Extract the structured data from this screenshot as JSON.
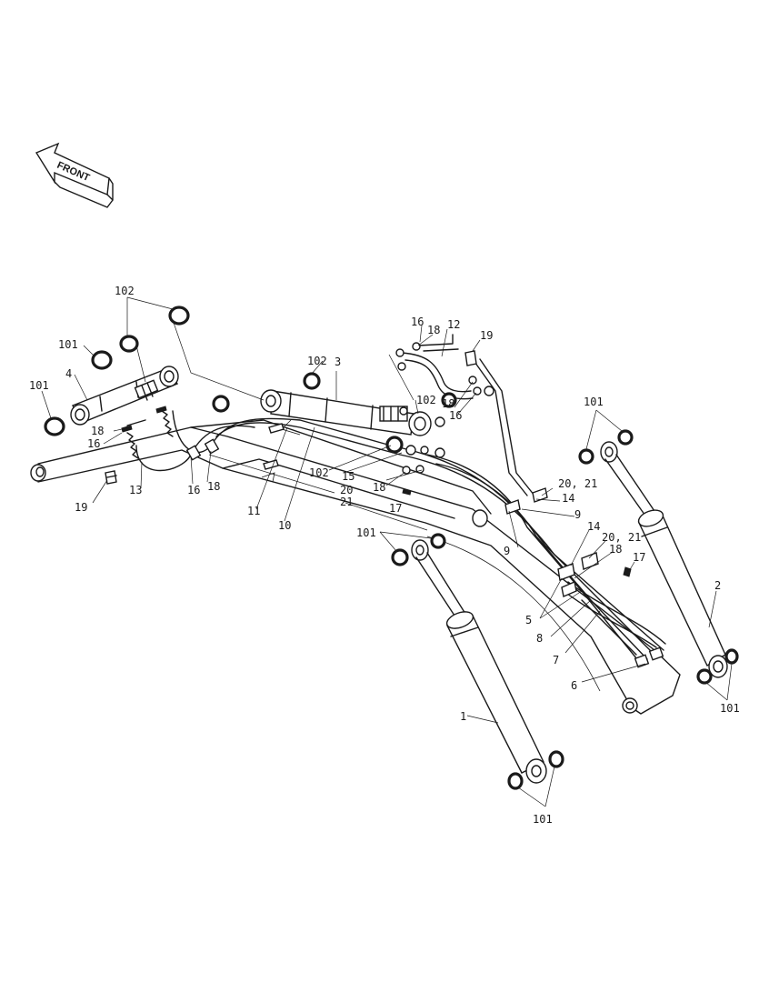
{
  "diagram": {
    "front_label": "FRONT",
    "callouts": [
      {
        "id": "c102a",
        "text": "102"
      },
      {
        "id": "c101a",
        "text": "101"
      },
      {
        "id": "c4",
        "text": "4"
      },
      {
        "id": "c101b",
        "text": "101"
      },
      {
        "id": "c18a",
        "text": "18"
      },
      {
        "id": "c16a",
        "text": "16"
      },
      {
        "id": "c19a",
        "text": "19"
      },
      {
        "id": "c13",
        "text": "13"
      },
      {
        "id": "c16b",
        "text": "16"
      },
      {
        "id": "c18b",
        "text": "18"
      },
      {
        "id": "c11",
        "text": "11"
      },
      {
        "id": "c10",
        "text": "10"
      },
      {
        "id": "c102b",
        "text": "102"
      },
      {
        "id": "c3",
        "text": "3"
      },
      {
        "id": "c102c",
        "text": "102"
      },
      {
        "id": "c102d",
        "text": "102"
      },
      {
        "id": "c15",
        "text": "15"
      },
      {
        "id": "c20a",
        "text": "20"
      },
      {
        "id": "c21a",
        "text": "21"
      },
      {
        "id": "c18c",
        "text": "18"
      },
      {
        "id": "c17a",
        "text": "17"
      },
      {
        "id": "c16c",
        "text": "16"
      },
      {
        "id": "c18d",
        "text": "18"
      },
      {
        "id": "c12",
        "text": "12"
      },
      {
        "id": "c19b",
        "text": "19"
      },
      {
        "id": "c18e",
        "text": "18"
      },
      {
        "id": "c16d",
        "text": "16"
      },
      {
        "id": "c101c",
        "text": "101"
      },
      {
        "id": "c2021a",
        "text": "20, 21"
      },
      {
        "id": "c14a",
        "text": "14"
      },
      {
        "id": "c9a",
        "text": "9"
      },
      {
        "id": "c9b",
        "text": "9"
      },
      {
        "id": "c14b",
        "text": "14"
      },
      {
        "id": "c2021b",
        "text": "20, 21"
      },
      {
        "id": "c18f",
        "text": "18"
      },
      {
        "id": "c17b",
        "text": "17"
      },
      {
        "id": "c2",
        "text": "2"
      },
      {
        "id": "c101d",
        "text": "101"
      },
      {
        "id": "c5",
        "text": "5"
      },
      {
        "id": "c8",
        "text": "8"
      },
      {
        "id": "c7",
        "text": "7"
      },
      {
        "id": "c6",
        "text": "6"
      },
      {
        "id": "c101e",
        "text": "101"
      },
      {
        "id": "c1",
        "text": "1"
      },
      {
        "id": "c101f",
        "text": "101"
      }
    ]
  }
}
